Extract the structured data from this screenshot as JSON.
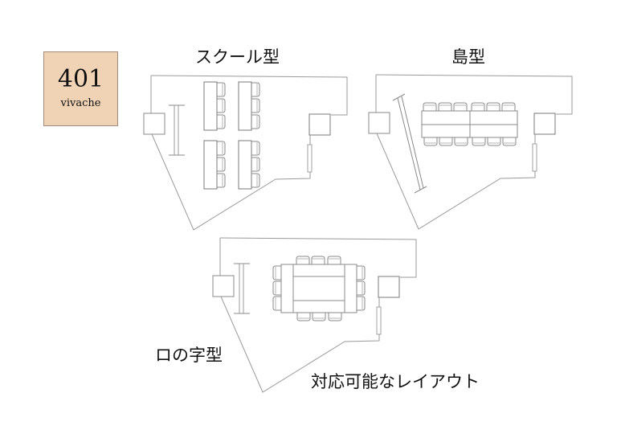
{
  "room": {
    "number": "401",
    "name": "vivache",
    "badge_color": "#f0d3b5"
  },
  "layouts": [
    {
      "id": "school",
      "label": "スクール型",
      "tables": 4,
      "chairs": 12
    },
    {
      "id": "island",
      "label": "島型",
      "tables": 2,
      "chairs": 12
    },
    {
      "id": "u-shape",
      "label": "ロの字型",
      "tables": 4,
      "chairs": 12
    }
  ],
  "caption": "対応可能なレイアウト",
  "colors": {
    "wall_line": "#9a9a9a",
    "furniture_line": "#7a7a7a",
    "text": "#111111"
  }
}
